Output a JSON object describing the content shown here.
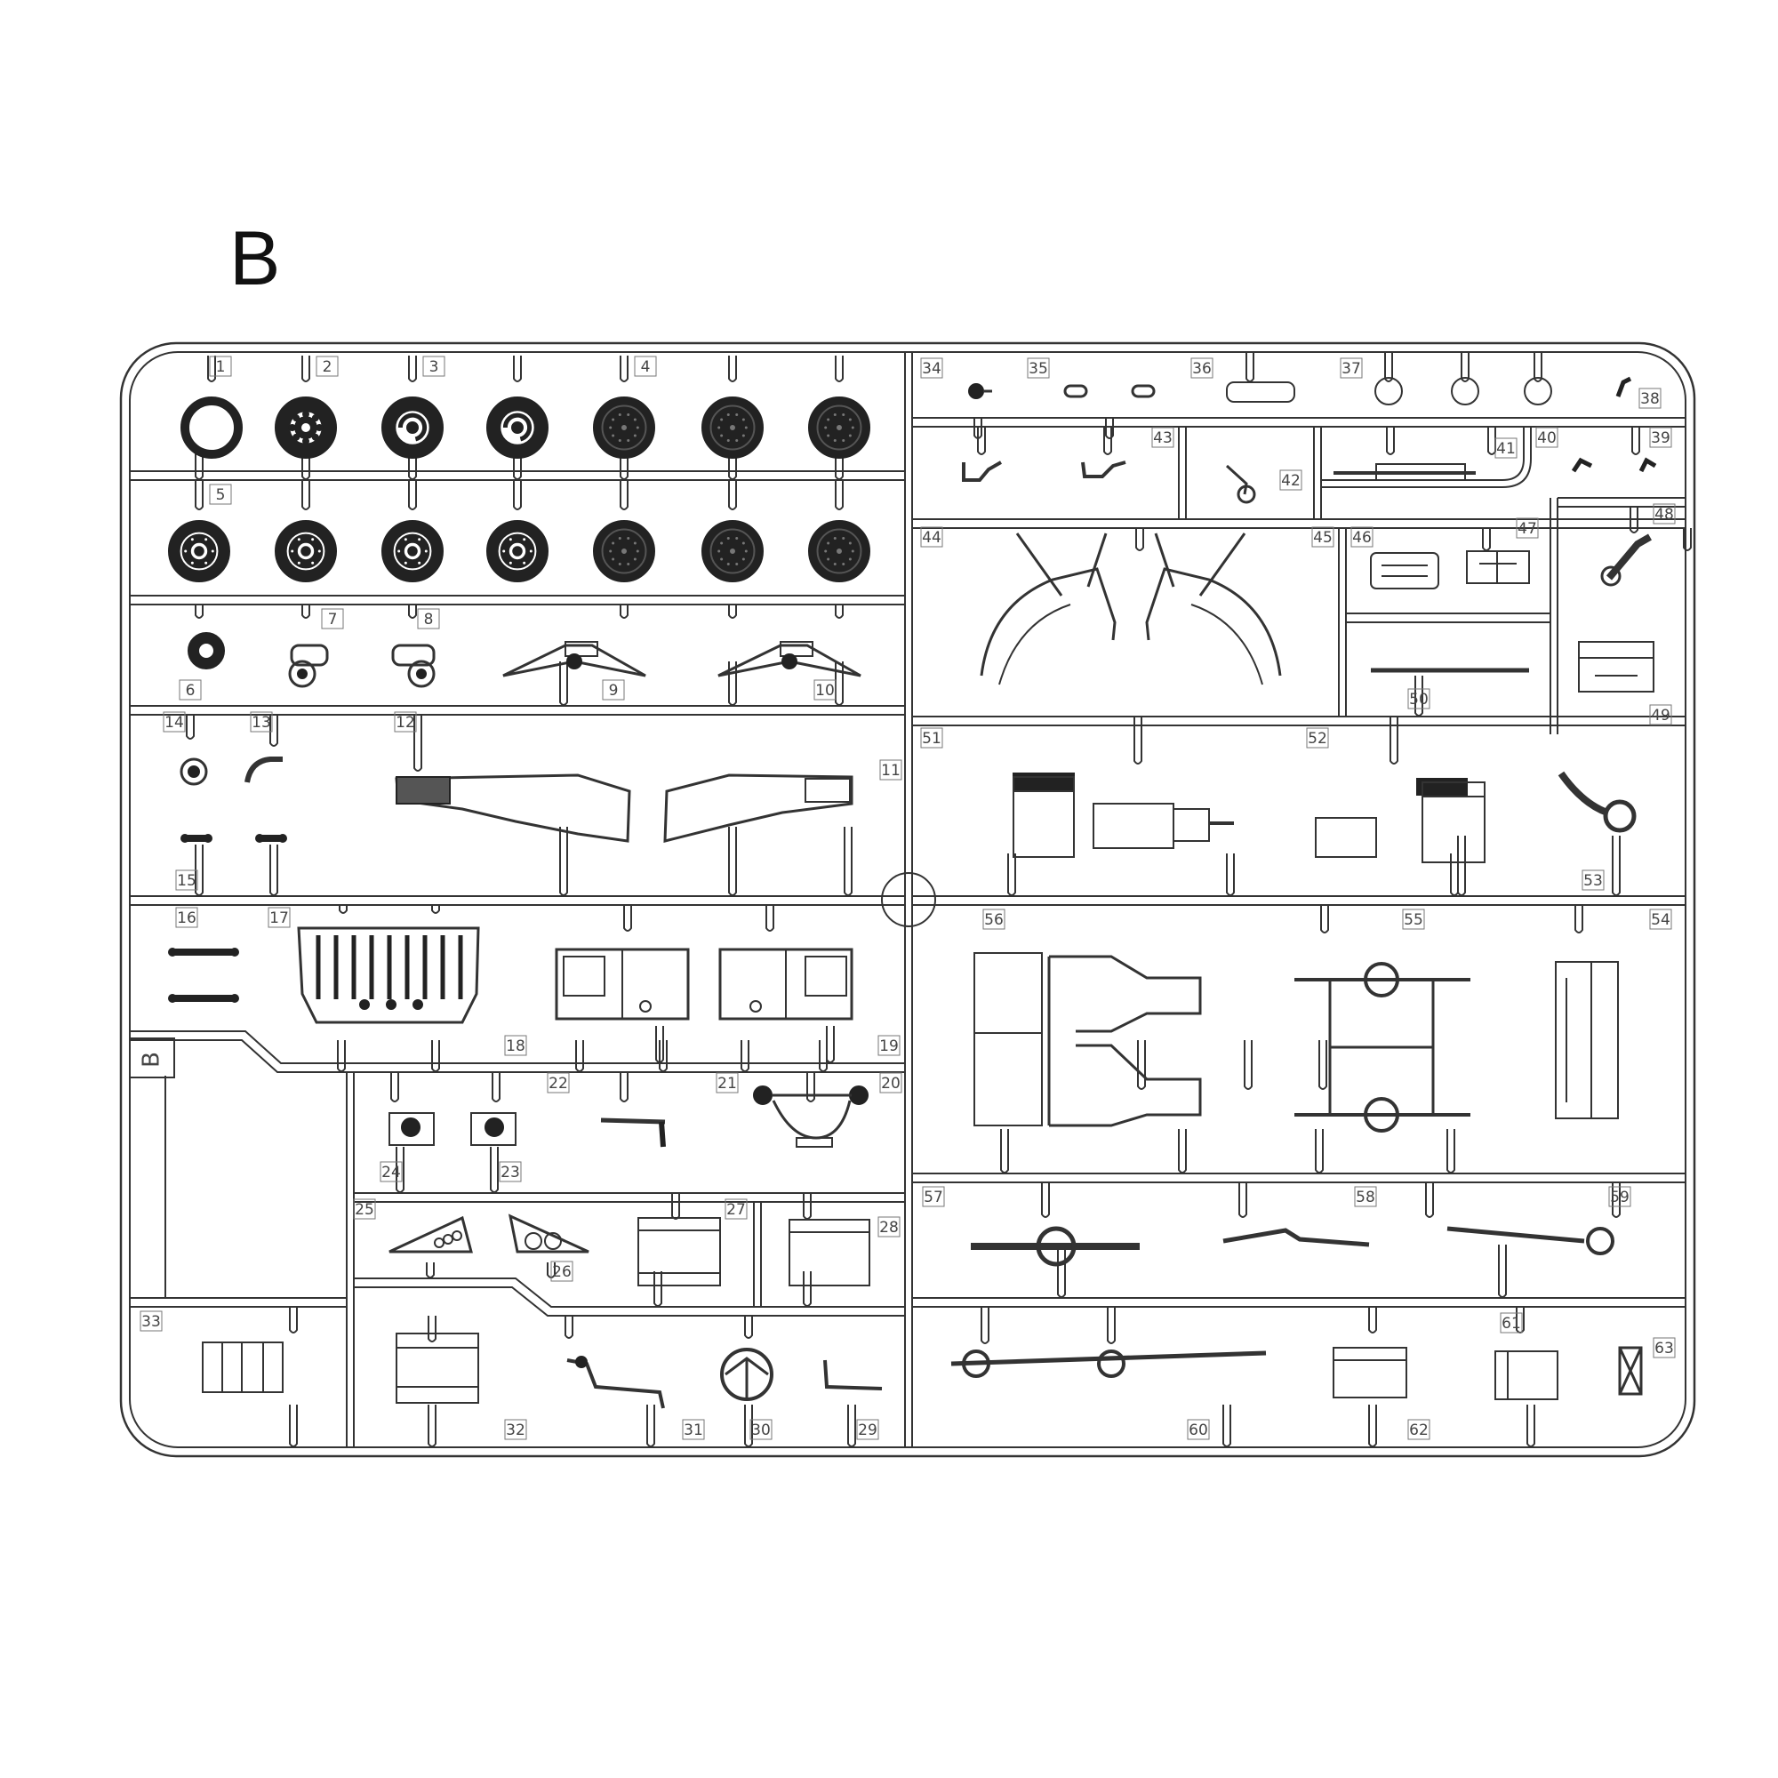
{
  "sheet": {
    "letter": "B",
    "frame_mark": "B"
  },
  "colors": {
    "line": "#333333",
    "fill": "#222222",
    "paper": "#ffffff",
    "tag": "#777777"
  },
  "parts": [
    {
      "id": "1",
      "kind": "ring"
    },
    {
      "id": "2",
      "kind": "wheel"
    },
    {
      "id": "3",
      "kind": "wheel"
    },
    {
      "id": "4",
      "kind": "wheel"
    },
    {
      "id": "5",
      "kind": "wheel"
    },
    {
      "id": "6",
      "kind": "hub"
    },
    {
      "id": "7",
      "kind": "gearbox"
    },
    {
      "id": "8",
      "kind": "gearbox"
    },
    {
      "id": "9",
      "kind": "spring-bracket"
    },
    {
      "id": "10",
      "kind": "spring-bracket"
    },
    {
      "id": "11",
      "kind": "fender"
    },
    {
      "id": "12",
      "kind": "fender"
    },
    {
      "id": "13",
      "kind": "elbow"
    },
    {
      "id": "14",
      "kind": "cap"
    },
    {
      "id": "15",
      "kind": "rod"
    },
    {
      "id": "16",
      "kind": "rod"
    },
    {
      "id": "17",
      "kind": "rod"
    },
    {
      "id": "18",
      "kind": "grille"
    },
    {
      "id": "19",
      "kind": "door"
    },
    {
      "id": "20",
      "kind": "mirror-bar"
    },
    {
      "id": "21",
      "kind": "lever"
    },
    {
      "id": "22",
      "kind": "door"
    },
    {
      "id": "23",
      "kind": "housing"
    },
    {
      "id": "24",
      "kind": "housing"
    },
    {
      "id": "25",
      "kind": "triangle-plate"
    },
    {
      "id": "26",
      "kind": "triangle-plate"
    },
    {
      "id": "27",
      "kind": "box"
    },
    {
      "id": "28",
      "kind": "box"
    },
    {
      "id": "29",
      "kind": "lever"
    },
    {
      "id": "30",
      "kind": "steering-wheel"
    },
    {
      "id": "31",
      "kind": "linkage"
    },
    {
      "id": "32",
      "kind": "box"
    },
    {
      "id": "33",
      "kind": "seat"
    },
    {
      "id": "34",
      "kind": "knob"
    },
    {
      "id": "35",
      "kind": "clip"
    },
    {
      "id": "36",
      "kind": "tank"
    },
    {
      "id": "37",
      "kind": "disc"
    },
    {
      "id": "38",
      "kind": "pin"
    },
    {
      "id": "39",
      "kind": "clip"
    },
    {
      "id": "40",
      "kind": "clip"
    },
    {
      "id": "41",
      "kind": "shaft"
    },
    {
      "id": "42",
      "kind": "bracket"
    },
    {
      "id": "43",
      "kind": "bracket"
    },
    {
      "id": "44",
      "kind": "frame-arch"
    },
    {
      "id": "45",
      "kind": "frame-arch"
    },
    {
      "id": "46",
      "kind": "block"
    },
    {
      "id": "47",
      "kind": "bracket"
    },
    {
      "id": "48",
      "kind": "arm"
    },
    {
      "id": "49",
      "kind": "block"
    },
    {
      "id": "50",
      "kind": "bar"
    },
    {
      "id": "51",
      "kind": "engine"
    },
    {
      "id": "52",
      "kind": "engine"
    },
    {
      "id": "53",
      "kind": "hose"
    },
    {
      "id": "54",
      "kind": "panel"
    },
    {
      "id": "55",
      "kind": "axle-ladder"
    },
    {
      "id": "56",
      "kind": "chassis"
    },
    {
      "id": "57",
      "kind": "axle"
    },
    {
      "id": "58",
      "kind": "link"
    },
    {
      "id": "59",
      "kind": "driveshaft"
    },
    {
      "id": "60",
      "kind": "axle-shaft"
    },
    {
      "id": "61",
      "kind": "battery"
    },
    {
      "id": "62",
      "kind": "box"
    },
    {
      "id": "63",
      "kind": "cross"
    }
  ]
}
